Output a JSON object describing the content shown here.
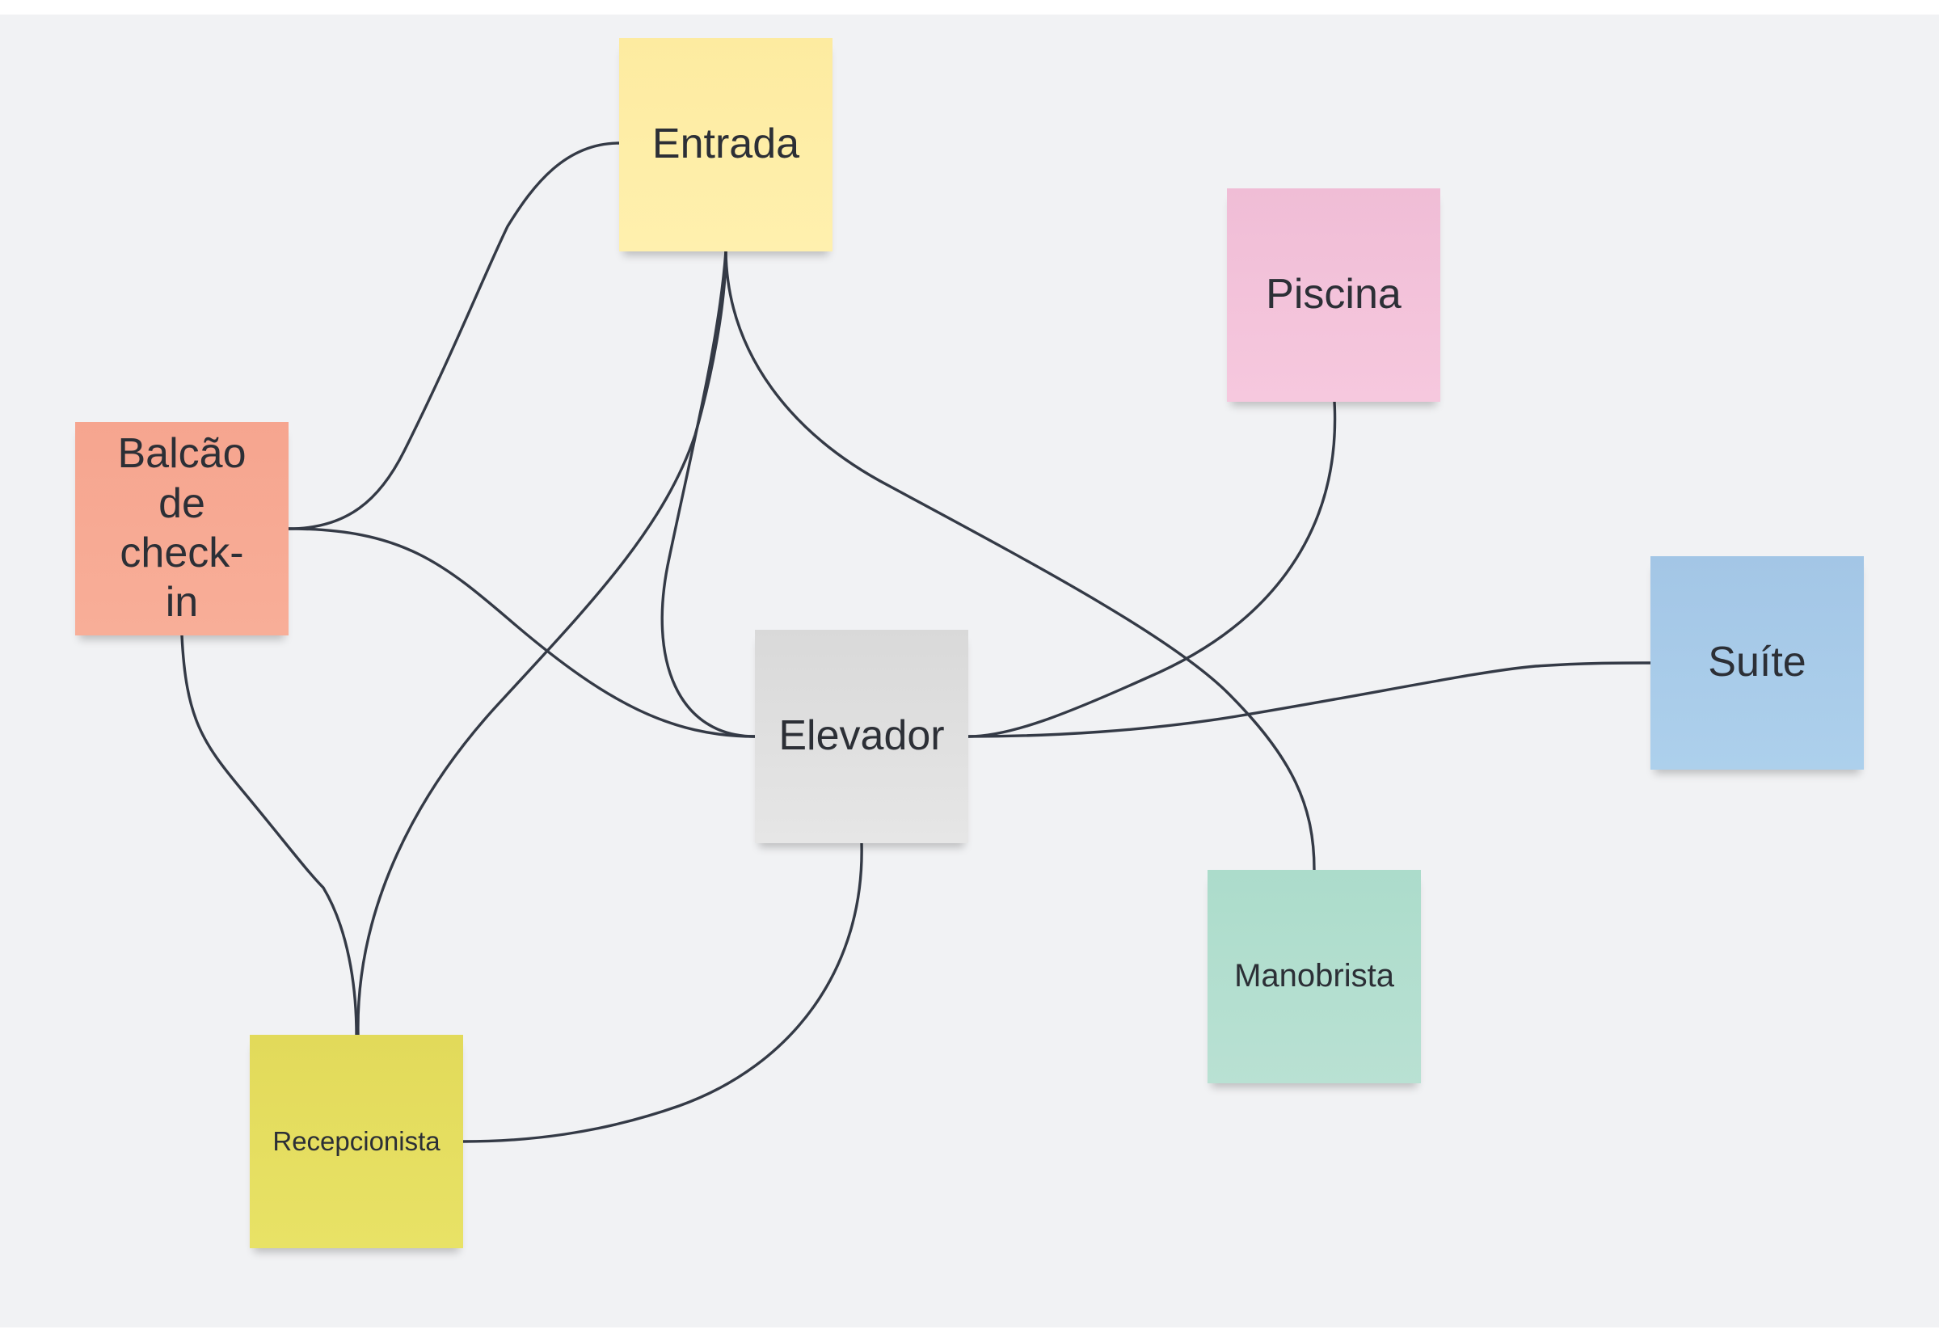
{
  "diagram": {
    "notes": [
      {
        "id": "entrada",
        "label": "Entrada",
        "color": "#fff0ae"
      },
      {
        "id": "piscina",
        "label": "Piscina",
        "color": "#f6c8de"
      },
      {
        "id": "balcao",
        "label": "Balcão de check-in",
        "color": "#f8ae98"
      },
      {
        "id": "suite",
        "label": "Suíte",
        "color": "#add0ec"
      },
      {
        "id": "elevador",
        "label": "Elevador",
        "color": "#e6e6e6"
      },
      {
        "id": "manobrista",
        "label": "Manobrista",
        "color": "#b9e1d3"
      },
      {
        "id": "recepcionista",
        "label": "Recepcionista",
        "color": "#e8e266"
      }
    ],
    "connections": [
      {
        "from": "balcao",
        "to": "entrada"
      },
      {
        "from": "entrada",
        "to": "recepcionista"
      },
      {
        "from": "entrada",
        "to": "elevador"
      },
      {
        "from": "entrada",
        "to": "manobrista"
      },
      {
        "from": "balcao",
        "to": "elevador"
      },
      {
        "from": "balcao",
        "to": "recepcionista"
      },
      {
        "from": "piscina",
        "to": "elevador"
      },
      {
        "from": "elevador",
        "to": "suite"
      },
      {
        "from": "elevador",
        "to": "recepcionista"
      }
    ],
    "line_color": "#343a46"
  }
}
